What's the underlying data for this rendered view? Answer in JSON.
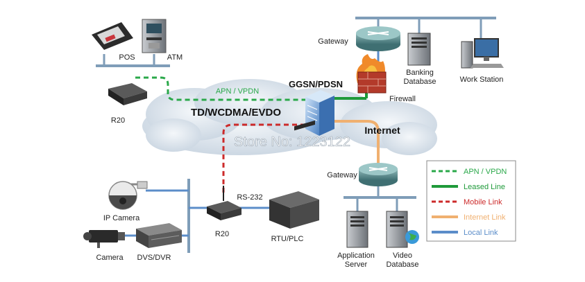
{
  "labels": {
    "pos": "POS",
    "atm": "ATM",
    "r20_top": "R20",
    "r20_bottom": "R20",
    "gateway_top": "Gateway",
    "gateway_bottom": "Gateway",
    "banking_db_line1": "Banking",
    "banking_db_line2": "Database",
    "work_station": "Work Station",
    "firewall": "Firewall",
    "ggsn": "GGSN/PDSN",
    "apn_vpdn": "APN / VPDN",
    "network": "TD/WCDMA/EVDO",
    "internet": "Internet",
    "rs232": "RS-232",
    "rtu_plc": "RTU/PLC",
    "ip_camera": "IP Camera",
    "camera": "Camera",
    "dvs_dvr": "DVS/DVR",
    "app_server_line1": "Application",
    "app_server_line2": "Server",
    "video_db_line1": "Video",
    "video_db_line2": "Database"
  },
  "watermark": "Store No: 1223122",
  "legend": [
    {
      "label": "APN / VPDN",
      "style": "dashed",
      "color": "#2aa84a"
    },
    {
      "label": "Leased Line",
      "style": "solid",
      "color": "#1f9a3a"
    },
    {
      "label": "Mobile Link",
      "style": "dashed",
      "color": "#cc2a2a"
    },
    {
      "label": "Internet Link",
      "style": "solid",
      "color": "#f0b070"
    },
    {
      "label": "Local Link",
      "style": "solid",
      "color": "#5b8dc9"
    }
  ],
  "colors": {
    "apn": "#2aa84a",
    "leased": "#1f9a3a",
    "mobile": "#cc2a2a",
    "internet": "#f0b070",
    "local": "#5b8dc9",
    "bus": "#7f9db8",
    "cloud": "#d6e0ea"
  },
  "icons": [
    "pos-terminal-icon",
    "atm-icon",
    "router-icon",
    "gateway-router-icon",
    "server-icon",
    "workstation-icon",
    "firewall-icon",
    "ggsn-switch-icon",
    "ip-camera-icon",
    "camera-icon",
    "dvr-icon",
    "plc-icon",
    "globe-icon"
  ]
}
